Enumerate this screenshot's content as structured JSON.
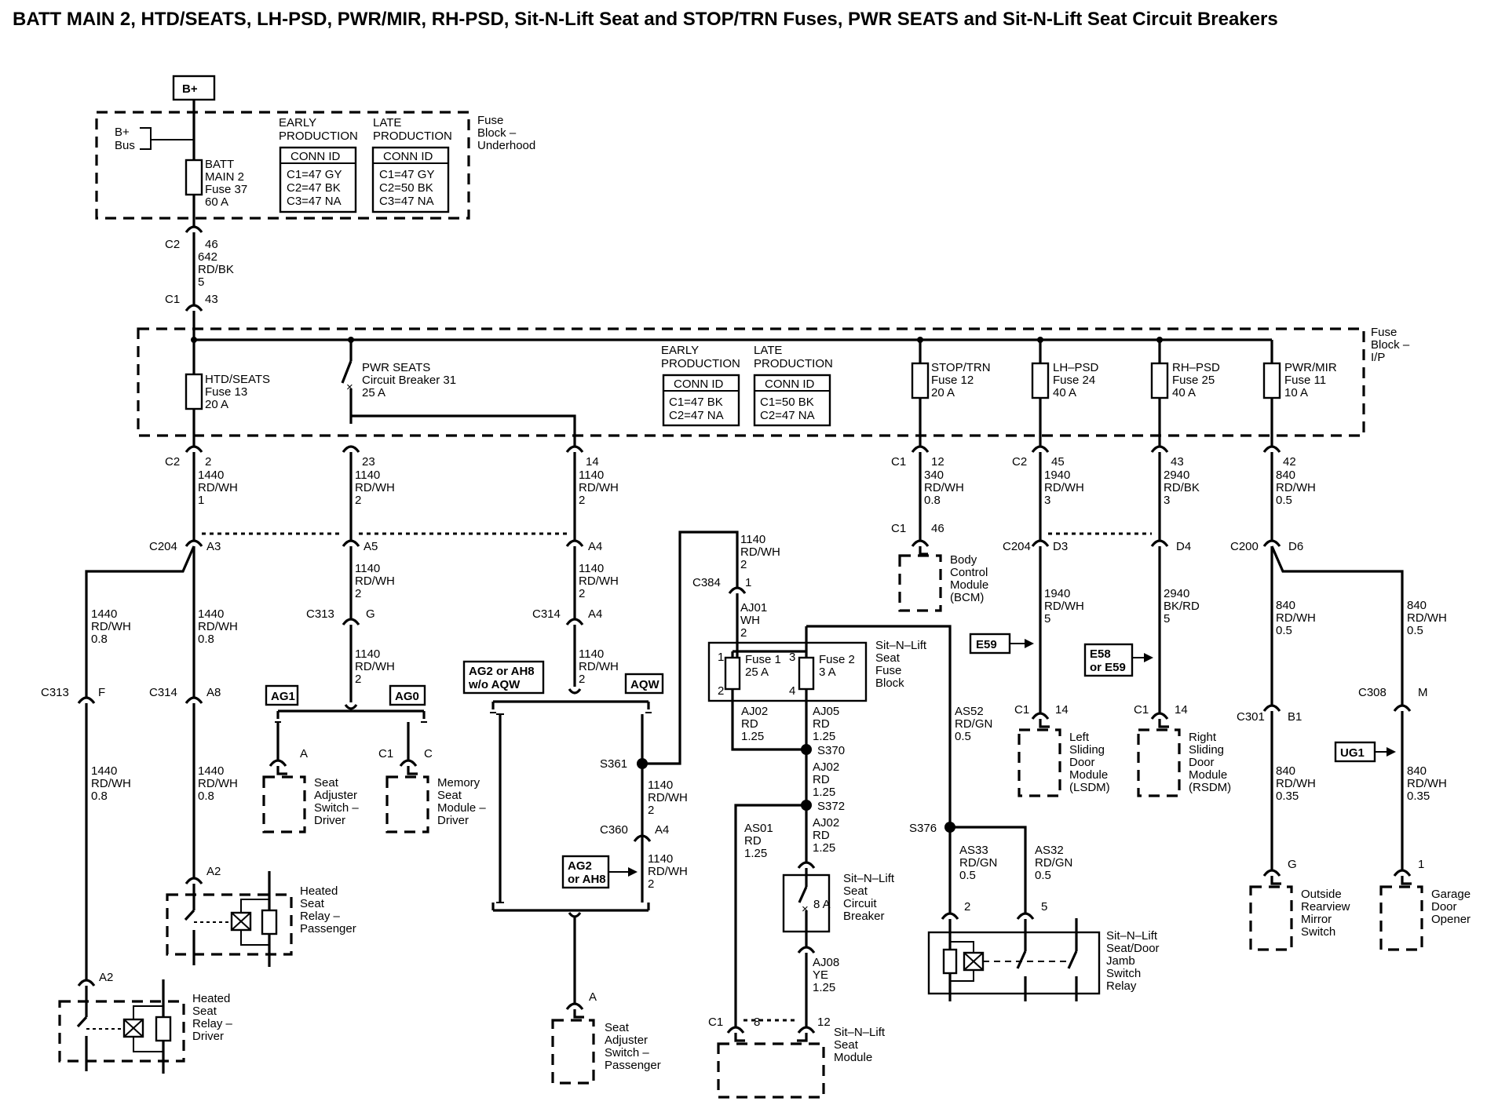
{
  "title": "BATT MAIN 2, HTD/SEATS, LH-PSD, PWR/MIR, RH-PSD, Sit-N-Lift Seat and STOP/TRN Fuses, PWR SEATS and Sit-N-Lift Seat Circuit Breakers",
  "power_source": "B+",
  "underhood_block": {
    "label": [
      "Fuse",
      "Block –",
      "Underhood"
    ],
    "bus": [
      "B+",
      "Bus"
    ],
    "fuse": [
      "BATT",
      "MAIN 2",
      "Fuse 37",
      "60 A"
    ],
    "early_head": [
      "EARLY",
      "PRODUCTION"
    ],
    "late_head": [
      "LATE",
      "PRODUCTION"
    ],
    "conn_id": "CONN ID",
    "early_rows": [
      "C1=47 GY",
      "C2=47 BK",
      "C3=47 NA"
    ],
    "late_rows": [
      "C1=47 GY",
      "C2=50 BK",
      "C3=47 NA"
    ]
  },
  "feed": {
    "c2": "C2",
    "c2_pin": "46",
    "wire": [
      "642",
      "RD/BK",
      "5"
    ],
    "c1": "C1",
    "c1_pin": "43"
  },
  "ip_block": {
    "label": [
      "Fuse",
      "Block –",
      "I/P"
    ],
    "early_head": [
      "EARLY",
      "PRODUCTION"
    ],
    "late_head": [
      "LATE",
      "PRODUCTION"
    ],
    "conn_id": "CONN ID",
    "early_rows": [
      "C1=47 BK",
      "C2=47 NA"
    ],
    "late_rows": [
      "C1=50 BK",
      "C2=47 NA"
    ],
    "fuses": {
      "htd": [
        "HTD/SEATS",
        "Fuse 13",
        "20 A"
      ],
      "pwr": [
        "PWR SEATS",
        "Circuit Breaker 31",
        "25 A"
      ],
      "stop": [
        "STOP/TRN",
        "Fuse 12",
        "20 A"
      ],
      "lh": [
        "LH–PSD",
        "Fuse 24",
        "40 A"
      ],
      "rh": [
        "RH–PSD",
        "Fuse 25",
        "40 A"
      ],
      "mir": [
        "PWR/MIR",
        "Fuse 11",
        "10 A"
      ]
    }
  },
  "labels": {
    "C1": "C1",
    "C2": "C2",
    "C204": "C204",
    "C200": "C200",
    "C313": "C313",
    "C314": "C314",
    "C384": "C384",
    "S361": "S361",
    "C360": "C360",
    "S370": "S370",
    "S372": "S372",
    "S376": "S376",
    "C301": "C301",
    "C308": "C308"
  },
  "pins": {
    "p2": "2",
    "p23": "23",
    "p14": "14",
    "p12": "12",
    "p45": "45",
    "p43": "43",
    "p42": "42",
    "A3": "A3",
    "A5": "A5",
    "A4": "A4",
    "D3": "D3",
    "D4": "D4",
    "D6": "D6",
    "F": "F",
    "A8": "A8",
    "G": "G",
    "A2": "A2",
    "A": "A",
    "C": "C",
    "p1": "1",
    "p46": "46",
    "B1": "B1",
    "M": "M",
    "p5": "5",
    "p8": "8",
    "p3": "3",
    "p4": "4"
  },
  "wires": {
    "w1440_1": [
      "1440",
      "RD/WH",
      "1"
    ],
    "w1140_2": [
      "1140",
      "RD/WH",
      "2"
    ],
    "w340": [
      "340",
      "RD/WH",
      "0.8"
    ],
    "w1940_3": [
      "1940",
      "RD/WH",
      "3"
    ],
    "w2940_3": [
      "2940",
      "RD/BK",
      "3"
    ],
    "w840_05": [
      "840",
      "RD/WH",
      "0.5"
    ],
    "w1440_08": [
      "1440",
      "RD/WH",
      "0.8"
    ],
    "w1940_5": [
      "1940",
      "RD/WH",
      "5"
    ],
    "w2940_5": [
      "2940",
      "BK/RD",
      "5"
    ],
    "w840_035": [
      "840",
      "RD/WH",
      "0.35"
    ],
    "aj01": [
      "AJ01",
      "WH",
      "2"
    ],
    "aj02a": [
      "AJ02",
      "RD",
      "1.25"
    ],
    "aj05": [
      "AJ05",
      "RD",
      "1.25"
    ],
    "aj02": [
      "AJ02",
      "RD",
      "1.25"
    ],
    "as01": [
      "AS01",
      "RD",
      "1.25"
    ],
    "as52": [
      "AS52",
      "RD/GN",
      "0.5"
    ],
    "as33": [
      "AS33",
      "RD/GN",
      "0.5"
    ],
    "as32": [
      "AS32",
      "RD/GN",
      "0.5"
    ],
    "aj08": [
      "AJ08",
      "YE",
      "1.25"
    ]
  },
  "options": {
    "AG1": "AG1",
    "AG0": "AG0",
    "AQW": "AQW",
    "ag2_or_ah8_wo": [
      "AG2 or AH8",
      "w/o AQW"
    ],
    "ag2_or_ah8": [
      "AG2",
      "or AH8"
    ],
    "E59": "E59",
    "e58": [
      "E58",
      "or E59"
    ],
    "UG1": "UG1"
  },
  "components": {
    "bcm": [
      "Body",
      "Control",
      "Module",
      "(BCM)"
    ],
    "lsdm": [
      "Left",
      "Sliding",
      "Door",
      "Module",
      "(LSDM)"
    ],
    "rsdm": [
      "Right",
      "Sliding",
      "Door",
      "Module",
      "(RSDM)"
    ],
    "mirror": [
      "Outside",
      "Rearview",
      "Mirror",
      "Switch"
    ],
    "garage": [
      "Garage",
      "Door",
      "Opener"
    ],
    "sld": [
      "Seat",
      "Adjuster",
      "Switch –",
      "Driver"
    ],
    "msm": [
      "Memory",
      "Seat",
      "Module –",
      "Driver"
    ],
    "hsp": [
      "Heated",
      "Seat",
      "Relay –",
      "Passenger"
    ],
    "hsd": [
      "Heated",
      "Seat",
      "Relay –",
      "Driver"
    ],
    "sap": [
      "Seat",
      "Adjuster",
      "Switch –",
      "Passenger"
    ],
    "snl_fuse_block": [
      "Sit–N–Lift",
      "Seat",
      "Fuse",
      "Block"
    ],
    "fuse1": [
      "Fuse 1",
      "25 A"
    ],
    "fuse2": [
      "Fuse 2",
      "3 A"
    ],
    "snl_cb": [
      "Sit–N–Lift",
      "Seat",
      "Circuit",
      "Breaker"
    ],
    "cb_rating": "8 A",
    "snl_module": [
      "Sit–N–Lift",
      "Seat",
      "Module"
    ],
    "jamb": [
      "Sit–N–Lift",
      "Seat/Door",
      "Jamb",
      "Switch",
      "Relay"
    ]
  }
}
